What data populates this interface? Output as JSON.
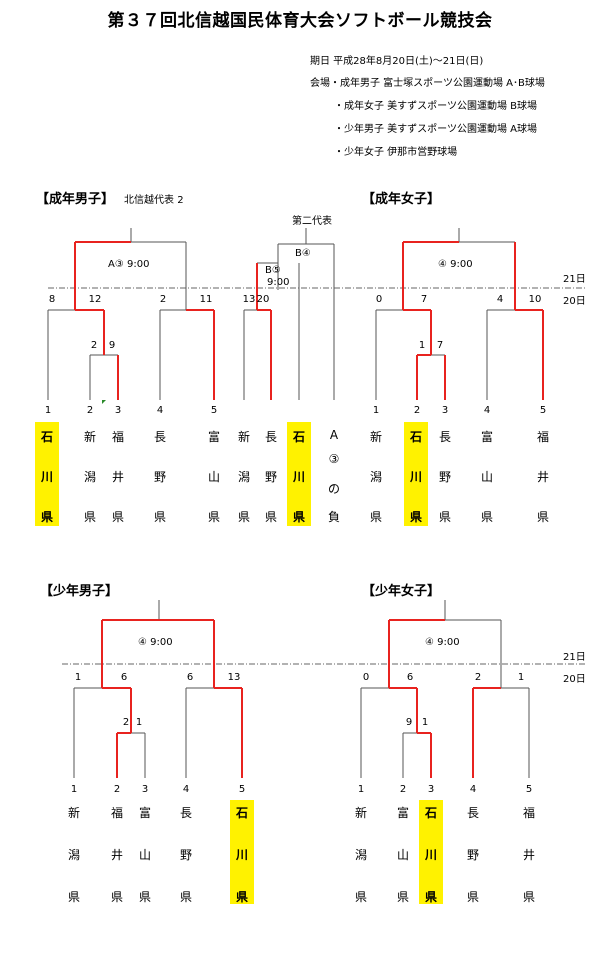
{
  "title": "第３７回北信越国民体育大会ソフトボール競技会",
  "info": {
    "period": "期日 平成28年8月20日(土)～21日(日)",
    "venue1": "会場・成年男子 富士塚スポーツ公園運動場 A･B球場",
    "venue2": "・成年女子 美すずスポーツ公園運動場 B球場",
    "venue3": "・少年男子 美すずスポーツ公園運動場 A球場",
    "venue4": "・少年女子 伊那市営野球場"
  },
  "colors": {
    "win_line": "#e8231f",
    "loss_line": "#555555",
    "highlight": "#fff200",
    "day_line": "#666666"
  },
  "days": {
    "d21": "21日",
    "d20": "20日"
  },
  "sections": {
    "men": {
      "title": "【成年男子】",
      "sub": "北信越代表 2",
      "second": "第二代表",
      "gameA": "A③ 9:00",
      "gameB": "B④",
      "gameB2": "B⑤",
      "gameB2time": "9:00",
      "scores": {
        "s1": "8",
        "s2": "12",
        "s3": "2",
        "s4": "11",
        "s5": "2",
        "s6": "9",
        "s7": "13",
        "s8": "20"
      },
      "seeds": [
        "1",
        "2",
        "3",
        "4",
        "5"
      ],
      "teams": [
        [
          "石",
          "川",
          "県"
        ],
        [
          "新",
          "潟",
          "県"
        ],
        [
          "福",
          "井",
          "県"
        ],
        [
          "長",
          "野",
          "県"
        ],
        [
          "富",
          "山",
          "県"
        ],
        [
          "新",
          "潟",
          "県"
        ],
        [
          "長",
          "野",
          "県"
        ],
        [
          "石",
          "川",
          "県"
        ],
        [
          "A",
          "③",
          "の",
          "負"
        ]
      ]
    },
    "women": {
      "title": "【成年女子】",
      "game": "④ 9:00",
      "scores": {
        "s1": "0",
        "s2": "7",
        "s3": "4",
        "s4": "10",
        "s5": "1",
        "s6": "7"
      },
      "seeds": [
        "1",
        "2",
        "3",
        "4",
        "5"
      ],
      "teams": [
        [
          "新",
          "潟",
          "県"
        ],
        [
          "石",
          "川",
          "県"
        ],
        [
          "長",
          "野",
          "県"
        ],
        [
          "富",
          "山",
          "県"
        ],
        [
          "福",
          "井",
          "県"
        ]
      ]
    },
    "boys": {
      "title": "【少年男子】",
      "game": "④ 9:00",
      "scores": {
        "s1": "1",
        "s2": "6",
        "s3": "6",
        "s4": "13",
        "s5": "2",
        "s6": "1"
      },
      "seeds": [
        "1",
        "2",
        "3",
        "4",
        "5"
      ],
      "teams": [
        [
          "新",
          "潟",
          "県"
        ],
        [
          "福",
          "井",
          "県"
        ],
        [
          "富",
          "山",
          "県"
        ],
        [
          "長",
          "野",
          "県"
        ],
        [
          "石",
          "川",
          "県"
        ]
      ]
    },
    "girls": {
      "title": "【少年女子】",
      "game": "④ 9:00",
      "scores": {
        "s1": "0",
        "s2": "6",
        "s3": "2",
        "s4": "1",
        "s5": "9",
        "s6": "1"
      },
      "seeds": [
        "1",
        "2",
        "3",
        "4",
        "5"
      ],
      "teams": [
        [
          "新",
          "潟",
          "県"
        ],
        [
          "富",
          "山",
          "県"
        ],
        [
          "石",
          "川",
          "県"
        ],
        [
          "長",
          "野",
          "県"
        ],
        [
          "福",
          "井",
          "県"
        ]
      ]
    }
  }
}
